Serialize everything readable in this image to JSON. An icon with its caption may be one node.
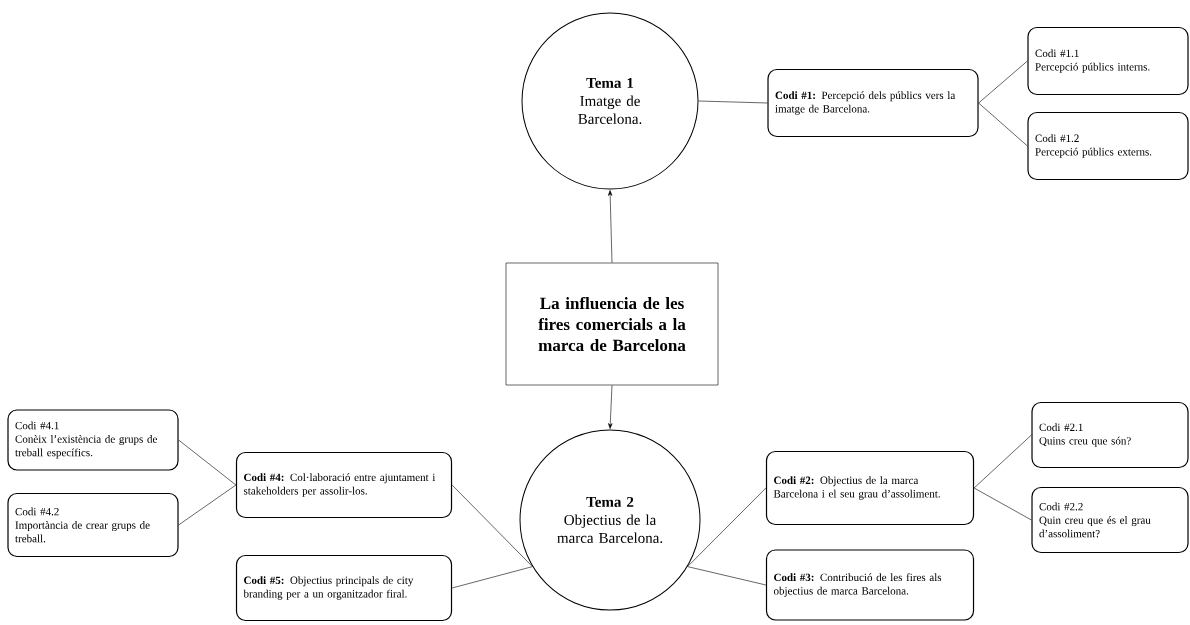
{
  "diagram": {
    "nodes": [
      {
        "text": [
          "La influencia de les fires comercials a la marca de Barcelona"
        ]
      },
      {
        "text": [
          "Tema 1",
          "Imatge de Barcelona."
        ]
      },
      {
        "text": [
          "Tema 2",
          "Objectius de la marca Barcelona."
        ]
      },
      {
        "text": [
          "**Codi #1:** Percepció dels públics vers la imatge de Barcelona."
        ]
      },
      {
        "text": [
          "Codi #1.1",
          "Percepció públics interns."
        ]
      },
      {
        "text": [
          "Codi #1.2",
          "Percepció públics externs."
        ]
      },
      {
        "text": [
          "**Codi #2:** Objectius de la marca Barcelona i el seu grau d’assoliment."
        ]
      },
      {
        "text": [
          "Codi #2.1",
          "Quins creu que són?"
        ]
      },
      {
        "text": [
          "Codi #2.2",
          "Quin creu que és el grau d’assoliment?"
        ]
      },
      {
        "text": [
          "**Codi #3:** Contribució de les fires  als objectius de marca Barcelona."
        ]
      },
      {
        "text": [
          "**Codi #4:** Col·laboració entre ajuntament i stakeholders per assolir-los."
        ]
      },
      {
        "text": [
          "Codi #4.1",
          "Conèix l’existència de grups de treball específics."
        ]
      },
      {
        "text": [
          "Codi #4.2",
          "Importància de crear grups de treball."
        ]
      },
      {
        "text": [
          "**Codi #5:** Objectius principals de city branding per a un organitzador firal."
        ]
      }
    ],
    "edges": [
      {
        "from": 0,
        "to": 1,
        "arrow": "to"
      },
      {
        "from": 0,
        "to": 2,
        "arrow": "to"
      },
      {
        "from": 1,
        "to": 3,
        "arrow": "none"
      },
      {
        "from": 3,
        "to": 4,
        "arrow": "none"
      },
      {
        "from": 3,
        "to": 5,
        "arrow": "none"
      },
      {
        "from": 2,
        "to": 6,
        "arrow": "none"
      },
      {
        "from": 2,
        "to": 9,
        "arrow": "none"
      },
      {
        "from": 6,
        "to": 7,
        "arrow": "none"
      },
      {
        "from": 6,
        "to": 8,
        "arrow": "none"
      },
      {
        "from": 2,
        "to": 10,
        "arrow": "none"
      },
      {
        "from": 2,
        "to": 13,
        "arrow": "none"
      },
      {
        "from": 10,
        "to": 11,
        "arrow": "none"
      },
      {
        "from": 10,
        "to": 12,
        "arrow": "none"
      }
    ]
  }
}
